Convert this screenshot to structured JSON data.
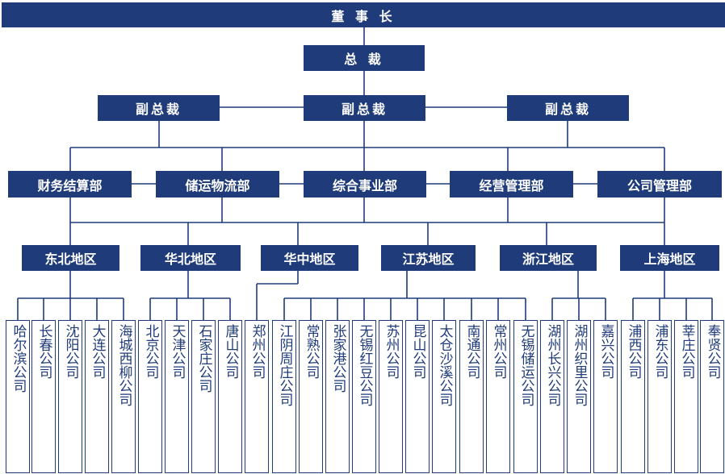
{
  "chairman": "董 事 长",
  "president": "总 裁",
  "vice_presidents": [
    "副总裁",
    "副总裁",
    "副总裁"
  ],
  "departments": [
    "财务结算部",
    "储运物流部",
    "综合事业部",
    "经营管理部",
    "公司管理部"
  ],
  "regions": [
    {
      "name": "东北地区",
      "companies": [
        "哈尔滨公司",
        "长春公司",
        "沈阳公司",
        "大连公司",
        "海城西柳公司"
      ]
    },
    {
      "name": "华北地区",
      "companies": [
        "北京公司",
        "天津公司",
        "石家庄公司",
        "唐山公司"
      ]
    },
    {
      "name": "华中地区",
      "companies": [
        "郑州公司"
      ]
    },
    {
      "name": "江苏地区",
      "companies": [
        "江阴周庄公司",
        "常熟公司",
        "张家港公司",
        "无锡红豆公司",
        "苏州公司",
        "昆山公司",
        "太仓沙溪公司",
        "南通公司",
        "常州公司",
        "无锡储运公司"
      ]
    },
    {
      "name": "浙江地区",
      "companies": [
        "湖州长兴公司",
        "湖州织里公司",
        "嘉兴公司"
      ]
    },
    {
      "name": "上海地区",
      "companies": [
        "浦西公司",
        "浦东公司",
        "莘庄公司",
        "奉贤公司"
      ]
    }
  ],
  "colors": {
    "box_fill": "#1f3b7a",
    "box_text": "#ffffff",
    "line": "#1f3b7a"
  }
}
